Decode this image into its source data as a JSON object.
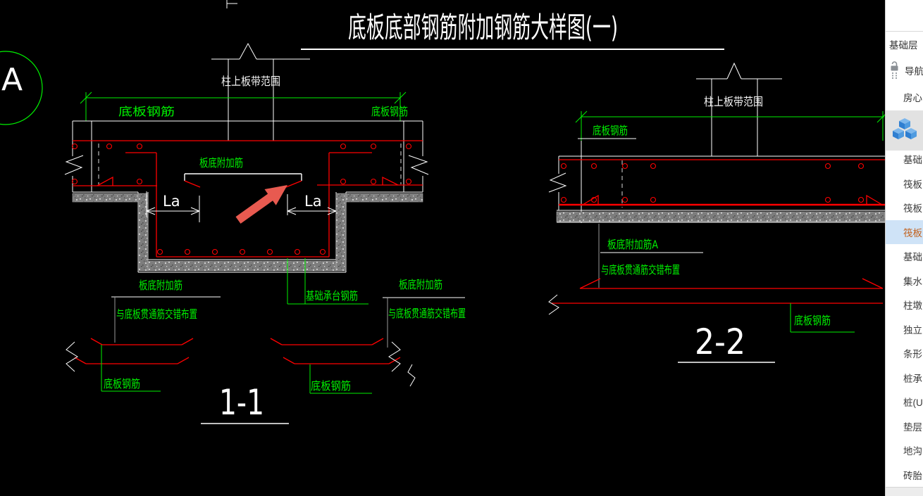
{
  "title": {
    "text": "底板底部钢筋附加钢筋大样图(一)"
  },
  "axis_bubble": {
    "label": "A"
  },
  "colors": {
    "background": "#000000",
    "line_white": "#ffffff",
    "rebar_red": "#ff0000",
    "label_green": "#00f000",
    "annotation_arrow": "#e85a50",
    "sidebar_selected_bg": "#cfe3f7",
    "sidebar_selected_text": "#c2611d"
  },
  "detail_1_1": {
    "caption": "1-1",
    "column_strip_label": "柱上板带范围",
    "slab_rebar_top_left": "底板钢筋",
    "slab_rebar_top_right": "底板钢筋",
    "added_rebar_label": "板底附加筋",
    "la_left": "La",
    "la_right": "La",
    "added_rebar_left_line1": "板底附加筋",
    "added_rebar_left_line2": "与底板贯通筋交错布置",
    "pile_cap_rebar_label": "基础承台钢筋",
    "added_rebar_right_line1": "板底附加筋",
    "added_rebar_right_line2": "与底板贯通筋交错布置",
    "slab_rebar_bottom_left": "底板钢筋",
    "slab_rebar_bottom_right": "底板钢筋"
  },
  "detail_2_2": {
    "caption": "2-2",
    "column_strip_label": "柱上板带范围",
    "slab_rebar_top": "底板钢筋",
    "added_rebar_line1": "板底附加筋A",
    "added_rebar_line2": "与底板贯通筋交错布置",
    "slab_rebar_bottom": "底板钢筋"
  },
  "sidebar": {
    "floor_selector": "基础层",
    "nav_label": "导航",
    "pinned_item": "房心",
    "items": [
      {
        "label": "基础"
      },
      {
        "label": "筏板"
      },
      {
        "label": "筏板"
      },
      {
        "label": "筏板",
        "selected": true
      },
      {
        "label": "基础"
      },
      {
        "label": "集水"
      },
      {
        "label": "柱墩"
      },
      {
        "label": "独立"
      },
      {
        "label": "条形"
      },
      {
        "label": "桩承"
      },
      {
        "label": "桩(U"
      },
      {
        "label": "垫层"
      },
      {
        "label": "地沟"
      },
      {
        "label": "砖胎"
      }
    ]
  }
}
